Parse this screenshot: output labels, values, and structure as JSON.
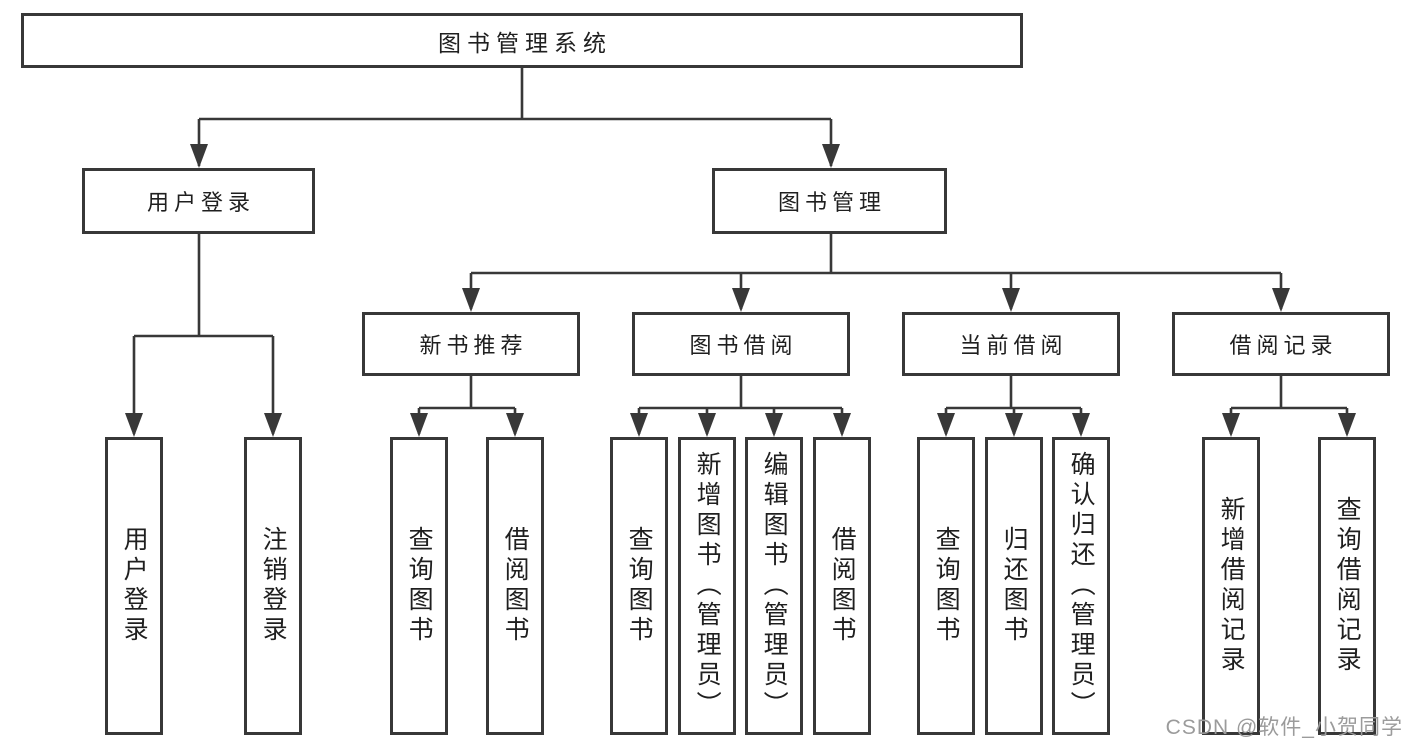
{
  "diagram": {
    "type": "hierarchy-tree",
    "tree": {
      "root": {
        "label": "图书管理系统"
      },
      "branches": [
        {
          "label": "用户登录",
          "children": [
            {
              "label": "用户登录"
            },
            {
              "label": "注销登录"
            }
          ]
        },
        {
          "label": "图书管理",
          "children": [
            {
              "label": "新书推荐",
              "children": [
                {
                  "label": "查询图书"
                },
                {
                  "label": "借阅图书"
                }
              ]
            },
            {
              "label": "图书借阅",
              "children": [
                {
                  "label": "查询图书"
                },
                {
                  "label": "新增图书（管理员）"
                },
                {
                  "label": "编辑图书（管理员）"
                },
                {
                  "label": "借阅图书"
                }
              ]
            },
            {
              "label": "当前借阅",
              "children": [
                {
                  "label": "查询图书"
                },
                {
                  "label": "归还图书"
                },
                {
                  "label": "确认归还（管理员）"
                }
              ]
            },
            {
              "label": "借阅记录",
              "children": [
                {
                  "label": "新增借阅记录"
                },
                {
                  "label": "查询借阅记录"
                }
              ]
            }
          ]
        }
      ]
    }
  },
  "watermark": {
    "text": "CSDN @软件_小贺同学"
  },
  "colors": {
    "line": "#383838",
    "text": "#1f1f1f",
    "watermark": "#9b9b9b",
    "background": "#ffffff"
  }
}
